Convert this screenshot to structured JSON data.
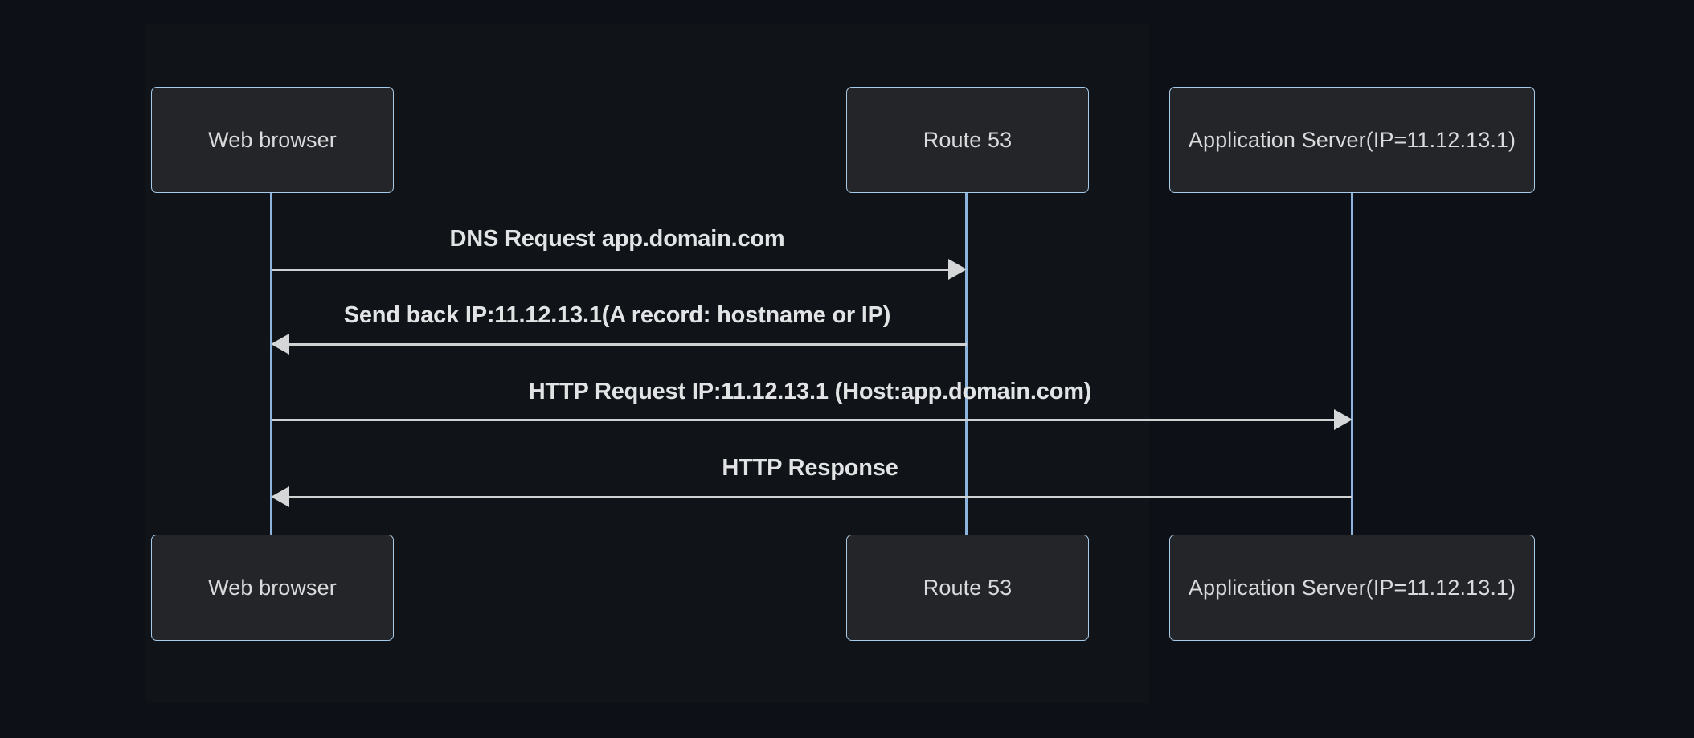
{
  "diagram": {
    "type": "sequence-diagram",
    "title": "DNS resolution and HTTP request sequence",
    "background_color": "#0d1117",
    "box_fill_color": "#232528",
    "box_border_color": "#a8cbe9",
    "lifeline_color": "#8cb4dc",
    "message_color": "#cfd1d3",
    "text_color": "#e2e3e4"
  },
  "participants": [
    {
      "id": "browser",
      "label": "Web browser"
    },
    {
      "id": "route53",
      "label": "Route 53"
    },
    {
      "id": "appserver",
      "label": "Application Server(IP=11.12.13.1)"
    }
  ],
  "participants_bottom": [
    {
      "id": "browser",
      "label": "Web browser"
    },
    {
      "id": "route53",
      "label": "Route 53"
    },
    {
      "id": "appserver",
      "label": "Application Server(IP=11.12.13.1)"
    }
  ],
  "messages": [
    {
      "index": 1,
      "from": "browser",
      "to": "route53",
      "direction": "right",
      "label": "DNS Request app.domain.com"
    },
    {
      "index": 2,
      "from": "route53",
      "to": "browser",
      "direction": "left",
      "label": "Send back IP:11.12.13.1(A record: hostname or IP)"
    },
    {
      "index": 3,
      "from": "browser",
      "to": "appserver",
      "direction": "right",
      "label": "HTTP Request IP:11.12.13.1 (Host:app.domain.com)"
    },
    {
      "index": 4,
      "from": "appserver",
      "to": "browser",
      "direction": "left",
      "label": "HTTP Response"
    }
  ]
}
